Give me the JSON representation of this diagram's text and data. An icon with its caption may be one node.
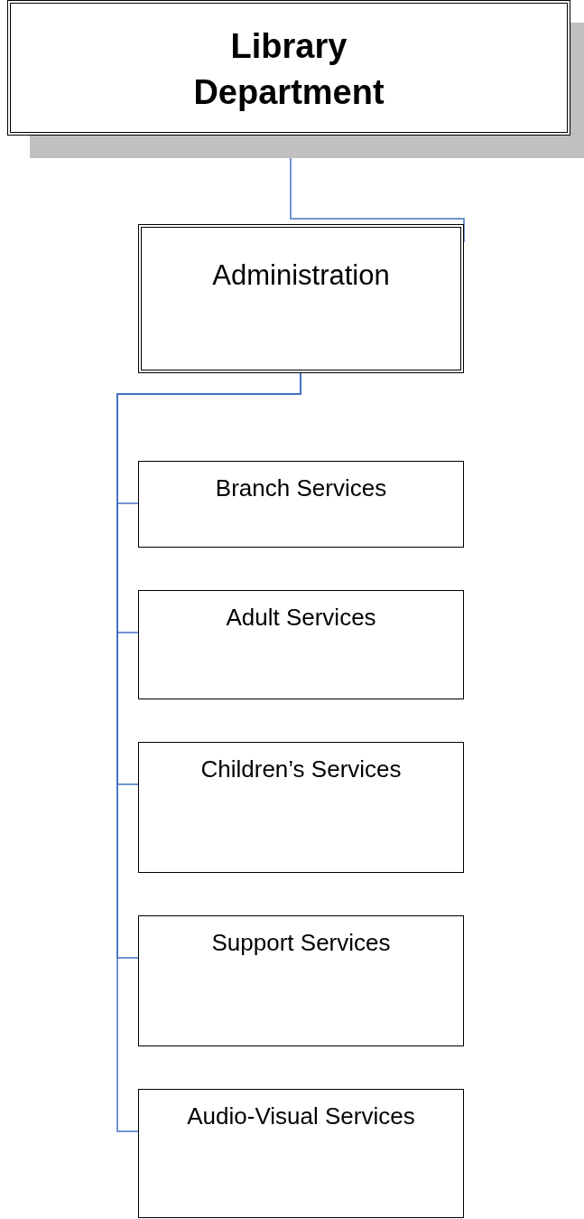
{
  "diagram": {
    "nodes": [
      {
        "text": [
          "Library Department"
        ]
      },
      {
        "text": [
          "Administration"
        ]
      },
      {
        "text": [
          "Branch Services"
        ]
      },
      {
        "text": [
          "Adult Services"
        ]
      },
      {
        "text": [
          "Children’s Services"
        ]
      },
      {
        "text": [
          "Support Services"
        ]
      },
      {
        "text": [
          "Audio-Visual Services"
        ]
      }
    ],
    "edges": [
      {
        "from": 0,
        "to": 1,
        "arrow": "none"
      },
      {
        "from": 1,
        "to": 2,
        "arrow": "none"
      },
      {
        "from": 1,
        "to": 3,
        "arrow": "none"
      },
      {
        "from": 1,
        "to": 4,
        "arrow": "none"
      },
      {
        "from": 1,
        "to": 5,
        "arrow": "none"
      },
      {
        "from": 1,
        "to": 6,
        "arrow": "none"
      }
    ]
  }
}
